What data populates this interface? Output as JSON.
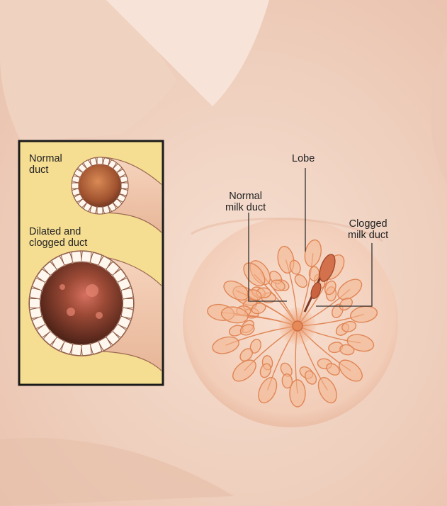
{
  "inset": {
    "normal_duct": [
      "Normal",
      "duct"
    ],
    "dilated_duct": [
      "Dilated and",
      "clogged duct"
    ]
  },
  "callouts": {
    "lobe": "Lobe",
    "normal_milk_duct": [
      "Normal",
      "milk duct"
    ],
    "clogged_milk_duct": [
      "Clogged",
      "milk duct"
    ]
  },
  "colors": {
    "skin": "#f3d8c8",
    "inset_background": "#f5dd92",
    "gland": "#e98d5e",
    "clog": "#7a3a26"
  }
}
